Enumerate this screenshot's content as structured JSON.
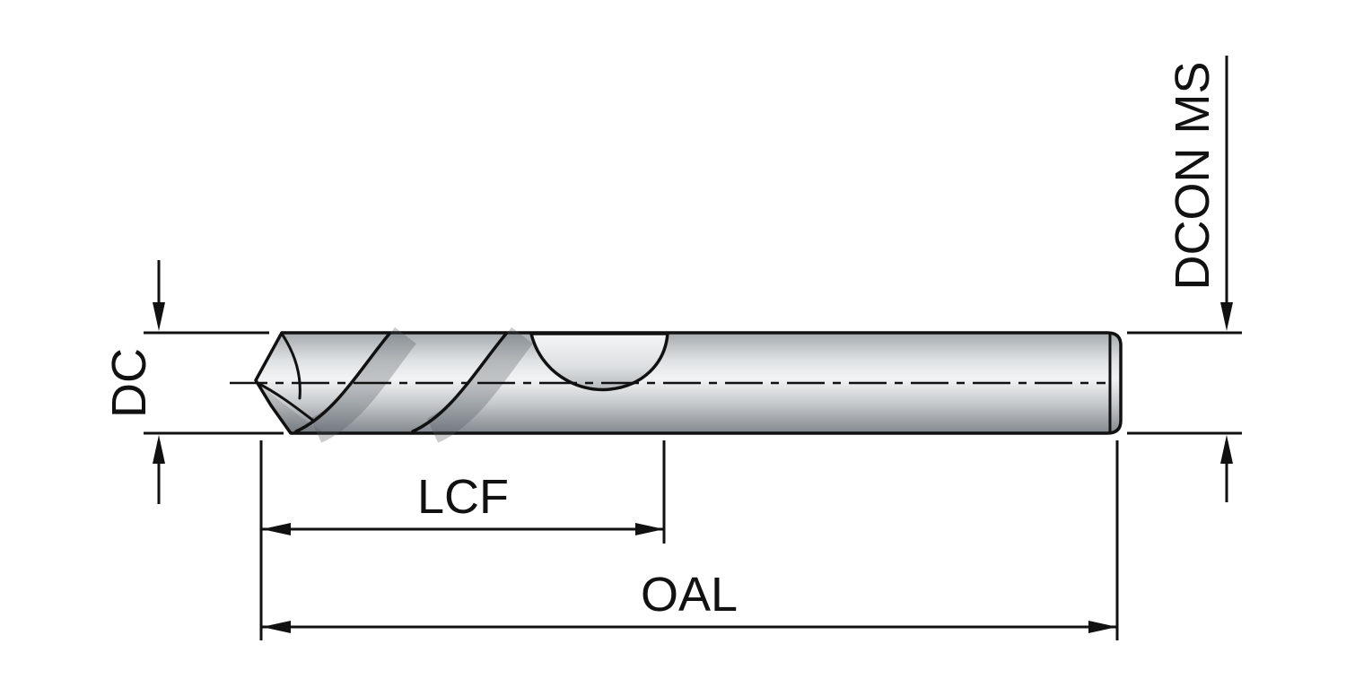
{
  "diagram": {
    "labels": {
      "dc": "DC",
      "lcf": "LCF",
      "oal": "OAL",
      "dcon_ms": "DCON MS"
    },
    "colors": {
      "line": "#111111",
      "background": "#ffffff",
      "metal_highlight": "#f2f3f4",
      "metal_shadow": "#82888d"
    }
  }
}
